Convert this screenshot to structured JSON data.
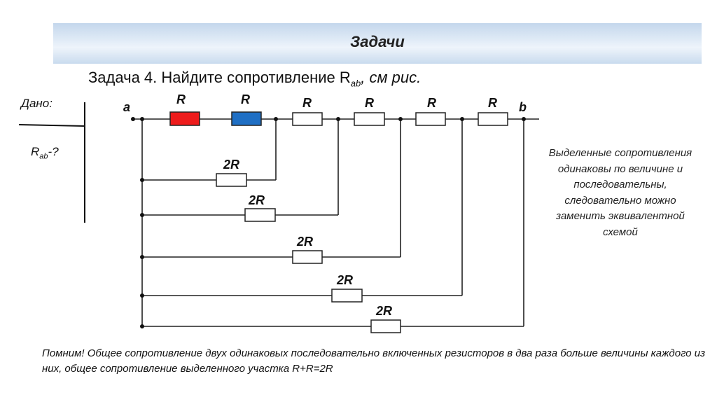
{
  "header": {
    "title": "Задачи"
  },
  "task": {
    "text": "Задача 4. Найдите сопротивление R",
    "subscript": "ab",
    "suffix": ", см рис."
  },
  "given": {
    "label": "Дано:",
    "unknown": "R",
    "unknown_sub": "ab",
    "unknown_suffix": "-?"
  },
  "circuit": {
    "node_a": "a",
    "node_b": "b",
    "series_labels": [
      "R",
      "R",
      "R",
      "R",
      "R",
      "R"
    ],
    "branch_labels": [
      "2R",
      "2R",
      "2R",
      "2R",
      "2R"
    ],
    "highlight_colors": [
      "#ee1c1c",
      "#1f6fc4"
    ]
  },
  "note": "Выделенные сопротивления одинаковы по величине и последовательны, следовательно можно заменить эквивалентной схемой",
  "remember": "Помним! Общее сопротивление двух одинаковых последовательно включенных резисторов в два раза больше величины каждого из них, общее сопротивление выделенного участка R+R=2R"
}
